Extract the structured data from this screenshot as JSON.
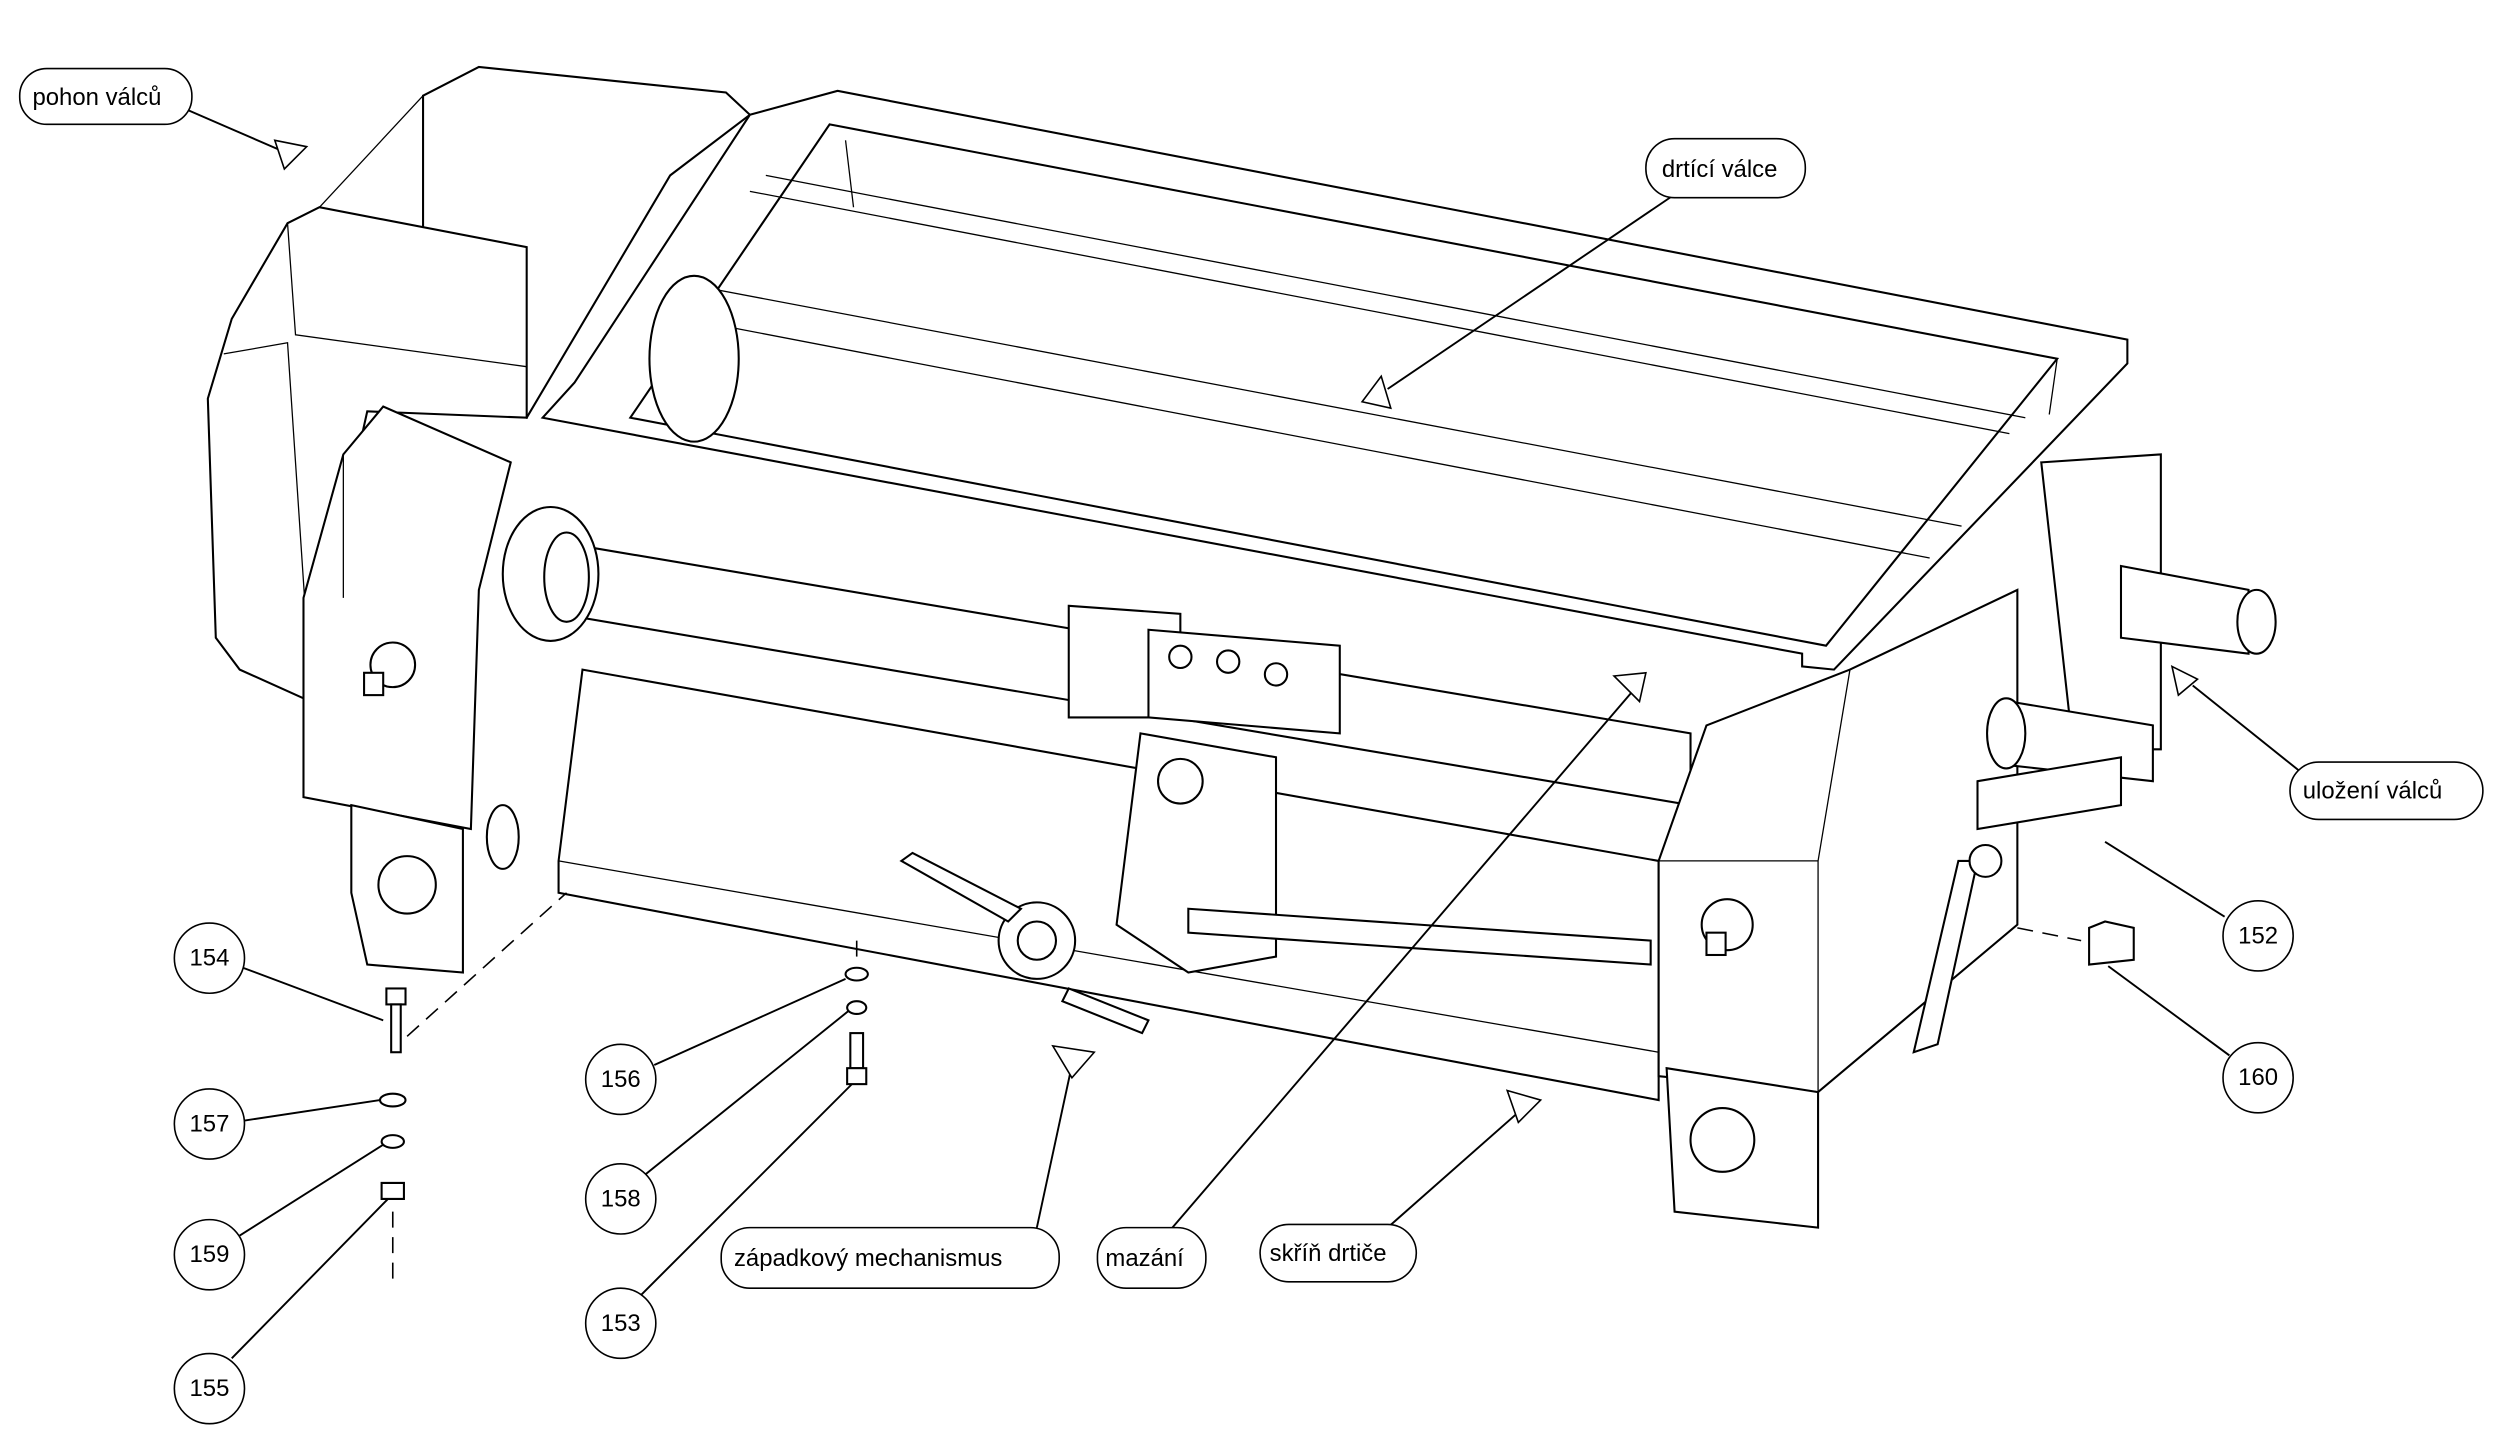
{
  "labels": {
    "roll_drive": "pohon válců",
    "crushing_rolls": "drtící válce",
    "roll_bearing": "uložení válců",
    "ratchet_mechanism": "západkový mechanismus",
    "lubrication": "mazání",
    "crusher_housing": "skříň drtiče"
  },
  "part_numbers": {
    "p152": "152",
    "p153": "153",
    "p154": "154",
    "p155": "155",
    "p156": "156",
    "p157": "157",
    "p158": "158",
    "p159": "159",
    "p160": "160"
  }
}
